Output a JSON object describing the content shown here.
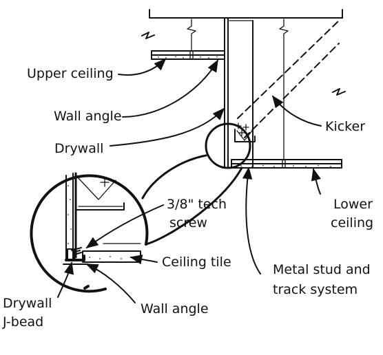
{
  "labels": {
    "upper_ceiling": "Upper ceiling",
    "wall_angle_top": "Wall angle",
    "drywall_top": "Drywall",
    "kicker": "Kicker",
    "lower_ceiling_1": "Lower",
    "lower_ceiling_2": "ceiling",
    "tech_screw_1": "3/8\" tech",
    "tech_screw_2": "screw",
    "ceiling_tile": "Ceiling tile",
    "metal_stud_1": "Metal stud and",
    "metal_stud_2": "track system",
    "drywall_jbead_1": "Drywall",
    "drywall_jbead_2": "J-bead",
    "wall_angle_bottom": "Wall angle"
  },
  "colors": {
    "ink": "#111111",
    "background": "#ffffff"
  }
}
